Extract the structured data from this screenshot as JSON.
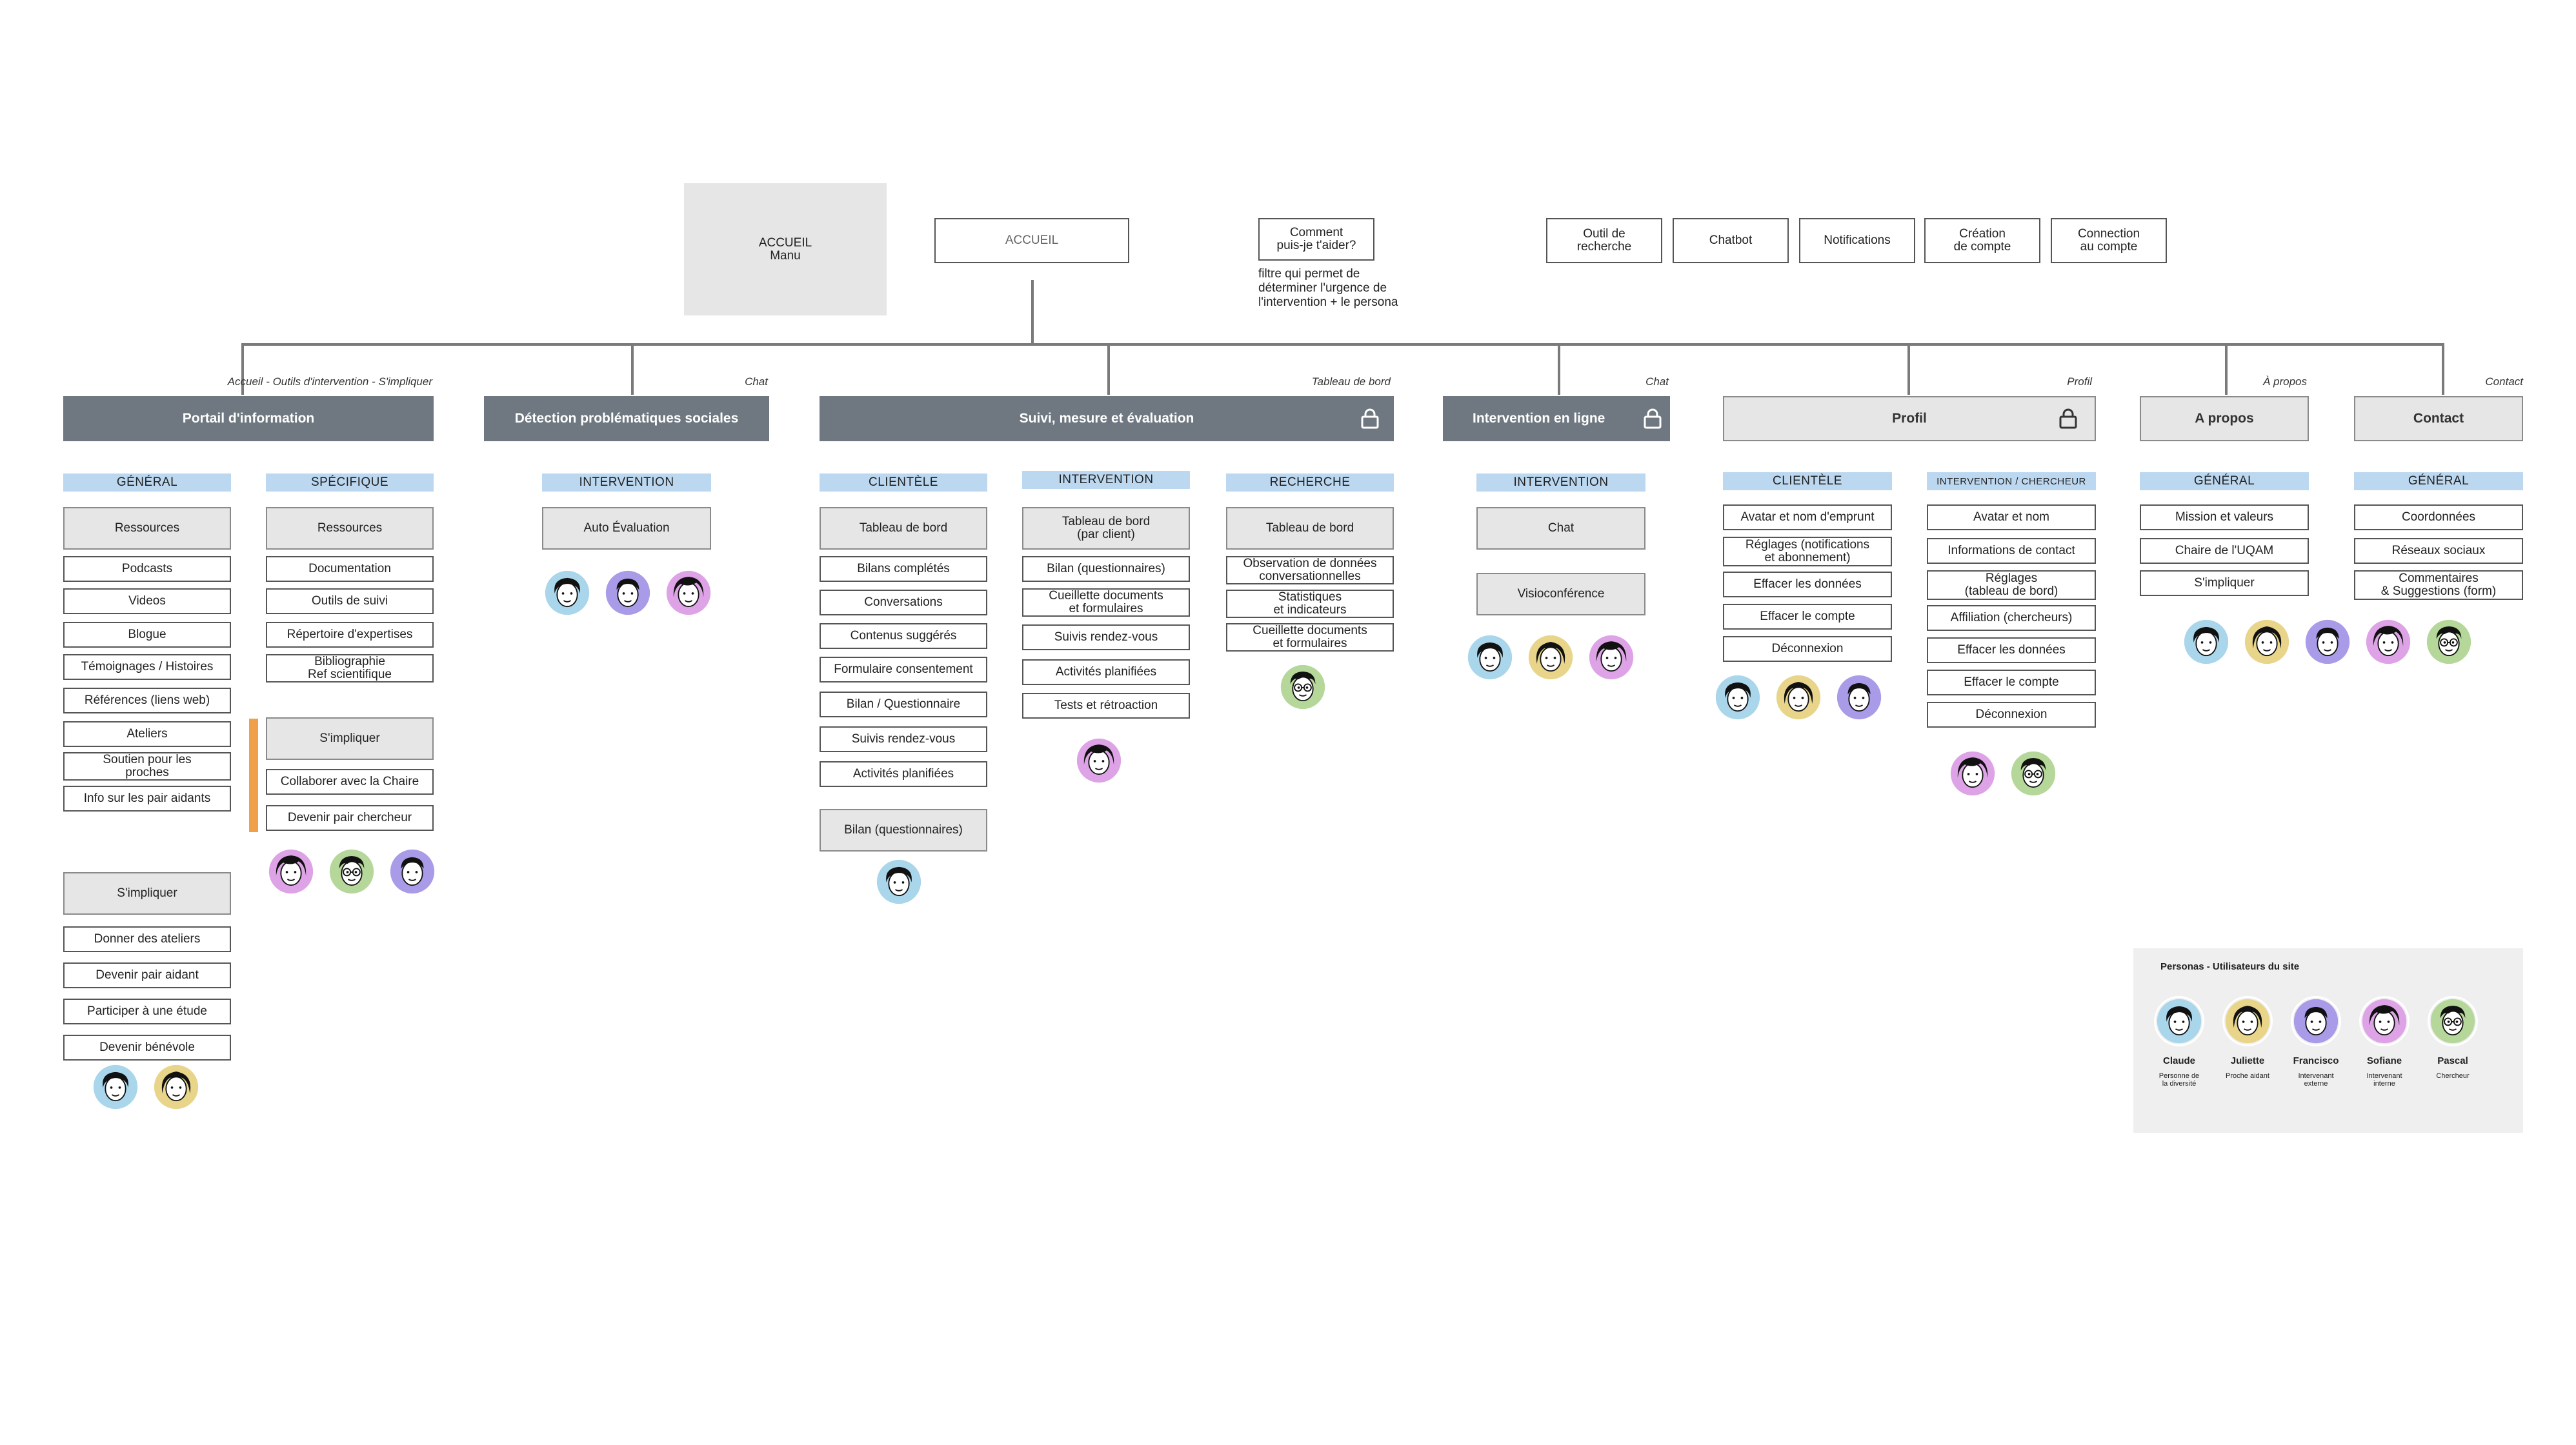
{
  "header": {
    "accueil_wireframe": "ACCUEIL\nManu",
    "accueil_button": "ACCUEIL",
    "help_button": "Comment\npuis-je t'aider?",
    "help_note": "filtre qui permet de\ndéterminer l'urgence de\nl'intervention + le persona",
    "utilities": [
      "Outil de\nrecherche",
      "Chatbot",
      "Notifications",
      "Création\nde compte",
      "Connection\nau compte"
    ]
  },
  "breadcrumbs": {
    "portail": "Accueil - Outils d'intervention - S'impliquer",
    "detection": "Chat",
    "suivi": "Tableau de bord",
    "intervention": "Chat",
    "profil": "Profil",
    "apropos": "À propos",
    "contact": "Contact"
  },
  "sections": {
    "portail": "Portail d'information",
    "detection": "Détection problématiques sociales",
    "suivi": "Suivi, mesure et évaluation",
    "intervention": "Intervention en ligne",
    "profil": "Profil",
    "apropos": "A propos",
    "contact": "Contact"
  },
  "portail": {
    "general_label": "GÉNÉRAL",
    "general_items": [
      "Ressources",
      "Podcasts",
      "Videos",
      "Blogue",
      "Témoignages / Histoires",
      "Références (liens web)",
      "Ateliers",
      "Soutien pour les\nproches",
      "Info sur les pair aidants"
    ],
    "specific_label": "SPÉCIFIQUE",
    "specific_items": [
      "Ressources",
      "Documentation",
      "Outils de suivi",
      "Répertoire d'expertises",
      "Bibliographie\nRef scientifique"
    ],
    "simpliquer_right": "S'impliquer",
    "simpliquer_right_items": [
      "Collaborer avec la Chaire",
      "Devenir pair chercheur"
    ],
    "simpliquer_left": "S'impliquer",
    "simpliquer_left_items": [
      "Donner des ateliers",
      "Devenir pair aidant",
      "Participer à une étude",
      "Devenir bénévole"
    ]
  },
  "detection": {
    "label": "INTERVENTION",
    "items": [
      "Auto Évaluation"
    ]
  },
  "suivi": {
    "clientele_label": "CLIENTÈLE",
    "clientele_items": [
      "Tableau de bord",
      "Bilans complétés",
      "Conversations",
      "Contenus suggérés",
      "Formulaire consentement",
      "Bilan / Questionnaire",
      "Suivis rendez-vous",
      "Activités planifiées",
      "Bilan (questionnaires)"
    ],
    "intervention_label": "INTERVENTION",
    "intervention_items": [
      "Tableau de bord\n(par client)",
      "Bilan (questionnaires)",
      "Cueillette documents\net formulaires",
      "Suivis rendez-vous",
      "Activités planifiées",
      "Tests et rétroaction"
    ],
    "recherche_label": "RECHERCHE",
    "recherche_items": [
      "Tableau de bord",
      "Observation de données\nconversationnelles",
      "Statistiques\net indicateurs",
      "Cueillette documents\net formulaires"
    ]
  },
  "intervention": {
    "label": "INTERVENTION",
    "items": [
      "Chat",
      "Visioconférence"
    ]
  },
  "profil": {
    "clientele_label": "CLIENTÈLE",
    "clientele_items": [
      "Avatar et nom d'emprunt",
      "Réglages (notifications\net abonnement)",
      "Effacer les données",
      "Effacer le compte",
      "Déconnexion"
    ],
    "chercheur_label": "INTERVENTION / CHERCHEUR",
    "chercheur_items": [
      "Avatar et nom",
      "Informations de contact",
      "Réglages\n(tableau de bord)",
      "Affiliation (chercheurs)",
      "Effacer les données",
      "Effacer le compte",
      "Déconnexion"
    ]
  },
  "apropos": {
    "label": "GÉNÉRAL",
    "items": [
      "Mission et valeurs",
      "Chaire de l'UQAM",
      "S'impliquer"
    ]
  },
  "contact": {
    "label": "GÉNÉRAL",
    "items": [
      "Coordonnées",
      "Réseaux sociaux",
      "Commentaires\n& Suggestions (form)"
    ]
  },
  "personas": {
    "title": "Personas - Utilisateurs du site",
    "list": [
      {
        "name": "Claude",
        "role": "Personne de\nla diversité",
        "color": "#a9d6ea"
      },
      {
        "name": "Juliette",
        "role": "Proche aidant",
        "color": "#e8d58a"
      },
      {
        "name": "Francisco",
        "role": "Intervenant\nexterne",
        "color": "#a99be8"
      },
      {
        "name": "Sofiane",
        "role": "Intervenant\ninterne",
        "color": "#dea3e6"
      },
      {
        "name": "Pascal",
        "role": "Chercheur",
        "color": "#b5d89a"
      }
    ]
  },
  "colors": {
    "section_dark": "#6f7880",
    "label_blue": "#bcd8f0",
    "accent_orange": "#f0a04b"
  }
}
